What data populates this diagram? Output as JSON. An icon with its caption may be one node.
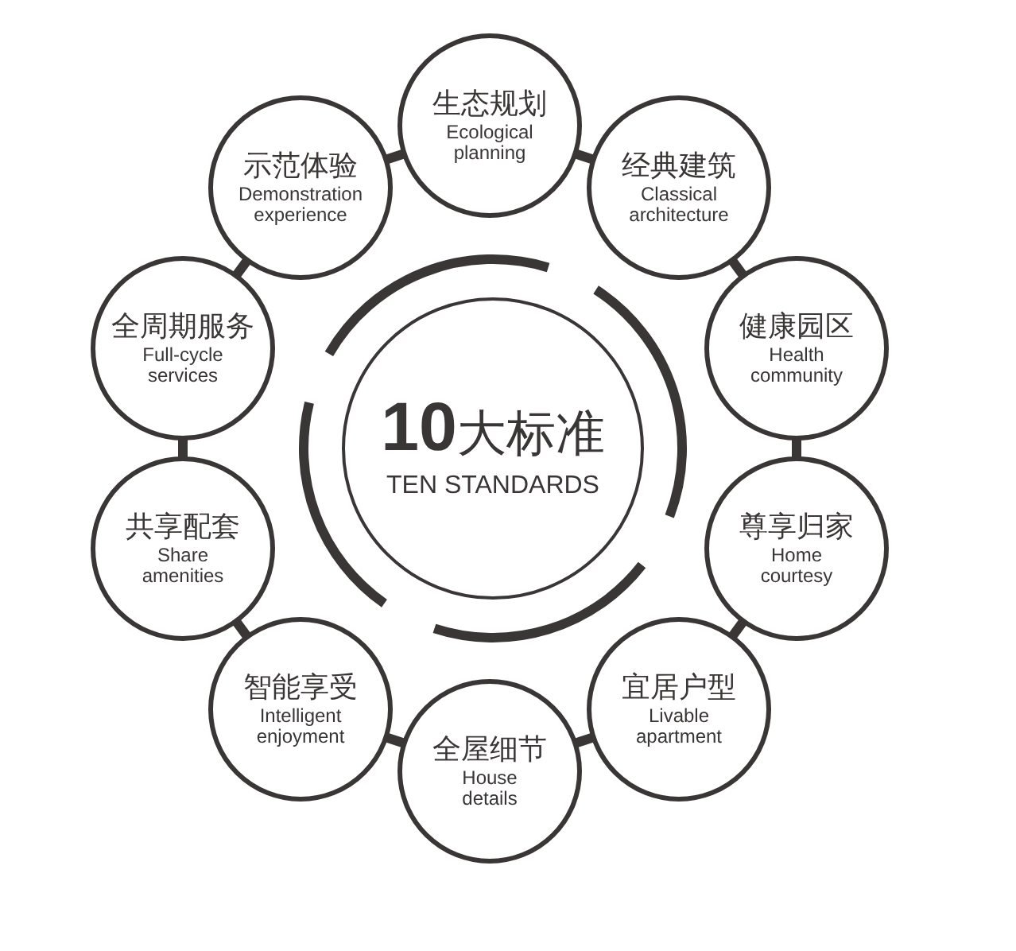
{
  "diagram": {
    "nodes": [
      {
        "text": [
          "**10**大标准",
          "TEN STANDARDS"
        ]
      },
      {
        "text": [
          "生态规划",
          "Ecological planning"
        ]
      },
      {
        "text": [
          "经典建筑",
          "Classical architecture"
        ]
      },
      {
        "text": [
          "健康园区",
          "Health community"
        ]
      },
      {
        "text": [
          "尊享归家",
          "Home courtesy"
        ]
      },
      {
        "text": [
          "宜居户型",
          "Livable apartment"
        ]
      },
      {
        "text": [
          "全屋细节",
          "House details"
        ]
      },
      {
        "text": [
          "智能享受",
          "Intelligent enjoyment"
        ]
      },
      {
        "text": [
          "共享配套",
          "Share amenities"
        ]
      },
      {
        "text": [
          "全周期服务",
          "Full-cycle services"
        ]
      },
      {
        "text": [
          "示范体验",
          "Demonstration experience"
        ]
      }
    ],
    "edges": [
      {
        "from": 1,
        "to": 2,
        "arrow": "none"
      },
      {
        "from": 2,
        "to": 3,
        "arrow": "none"
      },
      {
        "from": 3,
        "to": 4,
        "arrow": "none"
      },
      {
        "from": 4,
        "to": 5,
        "arrow": "none"
      },
      {
        "from": 5,
        "to": 6,
        "arrow": "none"
      },
      {
        "from": 6,
        "to": 7,
        "arrow": "none"
      },
      {
        "from": 7,
        "to": 8,
        "arrow": "none"
      },
      {
        "from": 8,
        "to": 9,
        "arrow": "none"
      },
      {
        "from": 9,
        "to": 10,
        "arrow": "none"
      },
      {
        "from": 10,
        "to": 1,
        "arrow": "none"
      }
    ]
  }
}
